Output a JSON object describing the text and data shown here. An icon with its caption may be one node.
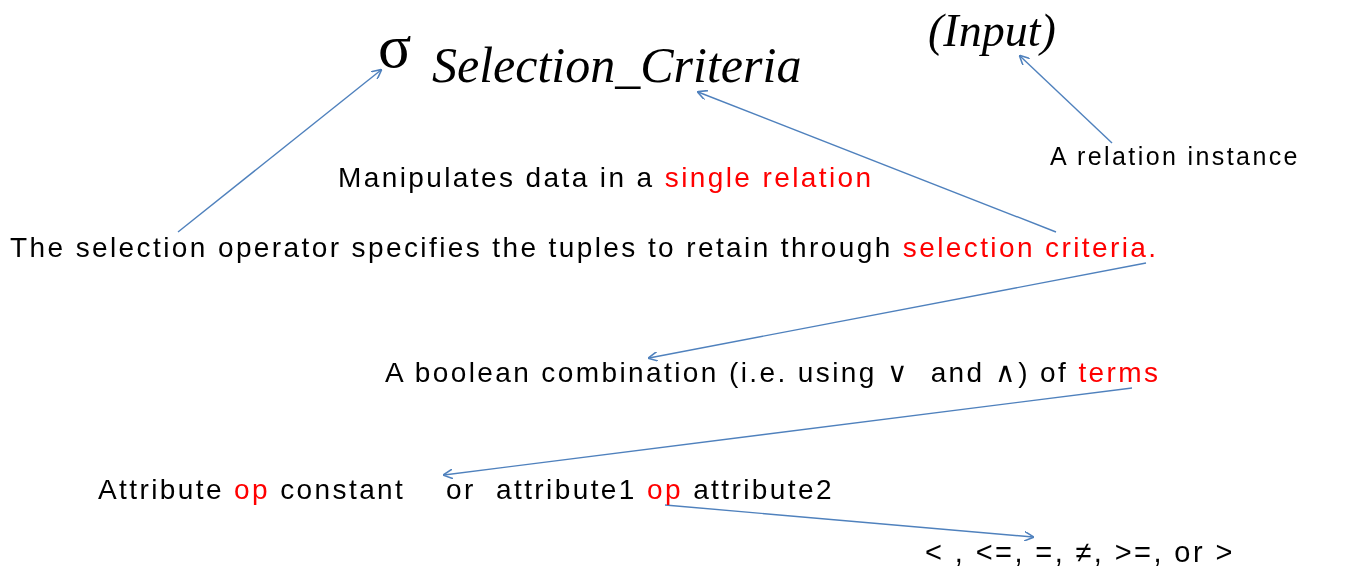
{
  "diagram": {
    "nodes": [
      {
        "text": [
          "σ"
        ]
      },
      {
        "text": [
          "Selection_Criteria"
        ]
      },
      {
        "text": [
          "(Input)"
        ]
      },
      {
        "text": [
          "A relation instance"
        ]
      },
      {
        "text": [
          "Manipulates data in a",
          "single relation"
        ]
      },
      {
        "text": [
          "The selection operator specifies the tuples to retain through",
          "selection criteria."
        ]
      },
      {
        "text": [
          "A boolean combination (i.e. using ∨  and ∧) of",
          "terms"
        ]
      },
      {
        "text": [
          "Attribute",
          "op",
          "constant    or  attribute1",
          "op",
          "attribute2"
        ]
      },
      {
        "text": [
          "< , <=, =, ≠, >=, or >"
        ]
      }
    ],
    "edges": [
      {
        "from": 5,
        "to": 0,
        "arrow": "to"
      },
      {
        "from": 5,
        "to": 1,
        "arrow": "to"
      },
      {
        "from": 3,
        "to": 2,
        "arrow": "to"
      },
      {
        "from": 5,
        "to": 6,
        "arrow": "to"
      },
      {
        "from": 6,
        "to": 7,
        "arrow": "to"
      },
      {
        "from": 7,
        "to": 8,
        "arrow": "to"
      }
    ]
  }
}
